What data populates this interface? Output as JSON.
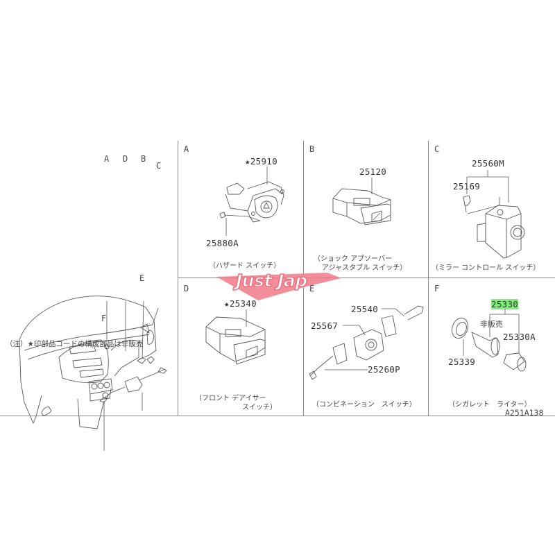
{
  "diagram": {
    "type": "exploded-parts-diagram",
    "drawing_code": "A251A138",
    "overview": {
      "callouts": [
        "A",
        "D",
        "B",
        "C",
        "E",
        "F"
      ],
      "note": "（注）★印部品コードの構成部品は非販売"
    },
    "panels": [
      {
        "letter": "A",
        "parts": [
          "★25910",
          "25880A"
        ],
        "caption": "（ハザード スイッチ）"
      },
      {
        "letter": "B",
        "parts": [
          "25120"
        ],
        "caption_line1": "（ショック アブソーバー",
        "caption_line2": "アジャスタブル スイッチ）"
      },
      {
        "letter": "C",
        "parts": [
          "25560M",
          "25169"
        ],
        "caption": "（ミラー コントロール スイッチ）"
      },
      {
        "letter": "D",
        "parts": [
          "★25340"
        ],
        "caption_line1": "（フロント デアイサー",
        "caption_line2": "スイッチ）"
      },
      {
        "letter": "E",
        "parts": [
          "25540",
          "25567",
          "25260P"
        ],
        "caption": "（コンビネーション　スイッチ）"
      },
      {
        "letter": "F",
        "parts": [
          "25330",
          "25330A",
          "25339"
        ],
        "highlighted_part": "25330",
        "not_sold_label": "非販売",
        "caption": "（シガレット　ライター）"
      }
    ],
    "colors": {
      "line": "#555555",
      "frame": "#8a8a8a",
      "highlight": "#7df07a",
      "watermark": "#ee6a7a"
    }
  },
  "watermark": {
    "text": "Just Jap"
  }
}
